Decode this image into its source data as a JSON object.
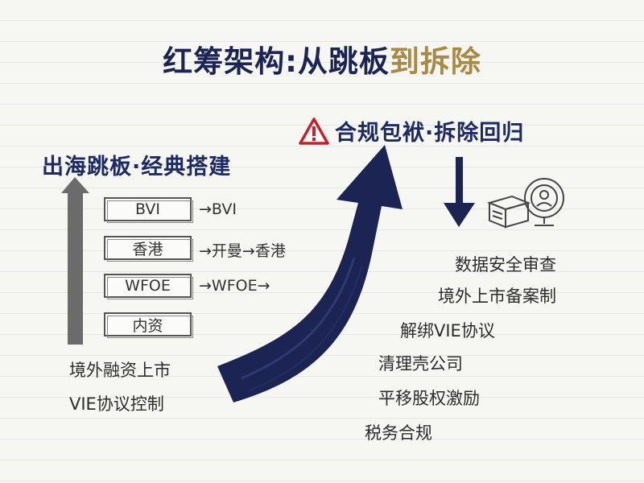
{
  "title": {
    "main": "红筹架构:从跳板",
    "accent": "到拆除"
  },
  "left": {
    "heading": "出海跳板·经典搭建",
    "boxes": [
      "BVI",
      "香港",
      "WFOE",
      "内资"
    ],
    "notes": [
      "→BVI",
      "→开曼→香港",
      "→WFOE→"
    ],
    "items": [
      "境外融资上市",
      "VIE协议控制"
    ]
  },
  "right": {
    "heading": "合规包袱·拆除回归",
    "items": [
      "数据安全审查",
      "境外上市备案制",
      "解绑VIE协议",
      "清理壳公司",
      "平移股权激励",
      "税务合规"
    ]
  },
  "colors": {
    "navy": "#1b2452",
    "gold": "#a88a44",
    "warning_red": "#c8202a",
    "gray_arrow": "#6b6b6b"
  },
  "icons": [
    "warning-triangle-icon",
    "up-arrow-icon",
    "curved-arrow-icon",
    "down-arrow-icon",
    "server-monitor-icon"
  ]
}
